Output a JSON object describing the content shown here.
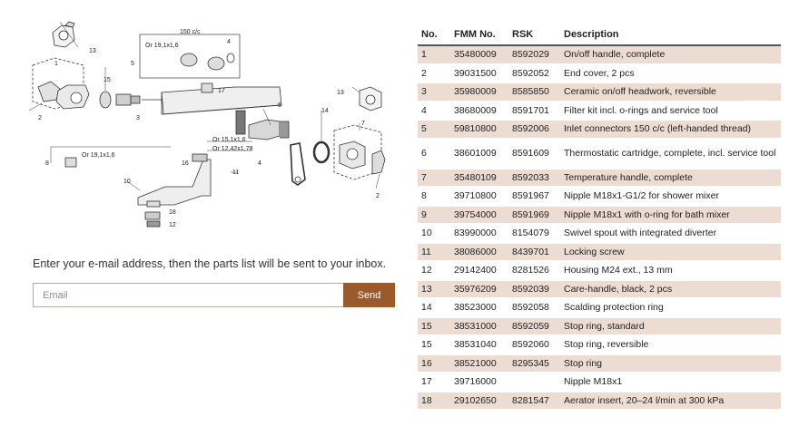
{
  "diagram": {
    "labels": {
      "l1": "1",
      "l2": "2",
      "l3": "3",
      "l4": "4",
      "l5": "5",
      "l6": "6",
      "l7": "7",
      "l8": "8",
      "l10": "10",
      "l11": "11",
      "l12": "12",
      "l13a": "13",
      "l13b": "13",
      "l14": "14",
      "l15": "15",
      "l16": "16",
      "l17": "17",
      "l18": "18",
      "l2b": "2",
      "l4b": "4",
      "cc": "150 c/c",
      "or19a": "Or 19,1x1,6",
      "or19b": "Or 19,1x1,6",
      "or15": "Or 15,1x1,6",
      "or12": "Or 12,42x1,78"
    }
  },
  "form": {
    "prompt": "Enter your e-mail address, then the parts list will be sent to your inbox.",
    "email_placeholder": "Email",
    "send_label": "Send"
  },
  "table": {
    "headers": {
      "no": "No.",
      "fmm": "FMM No.",
      "rsk": "RSK",
      "desc": "Description"
    },
    "rows": [
      {
        "no": "1",
        "fmm": "35480009",
        "rsk": "8592029",
        "desc": "On/off handle, complete"
      },
      {
        "no": "2",
        "fmm": "39031500",
        "rsk": "8592052",
        "desc": "End cover, 2 pcs"
      },
      {
        "no": "3",
        "fmm": "35980009",
        "rsk": "8585850",
        "desc": "Ceramic on/off headwork, reversible"
      },
      {
        "no": "4",
        "fmm": "38680009",
        "rsk": "8591701",
        "desc": "Filter kit incl. o-rings and service tool"
      },
      {
        "no": "5",
        "fmm": "59810800",
        "rsk": "8592006",
        "desc": "Inlet connectors 150 c/c (left-handed thread)"
      },
      {
        "no": "6",
        "fmm": "38601009",
        "rsk": "8591609",
        "desc": "Thermostatic cartridge, complete, incl. service tool"
      },
      {
        "no": "7",
        "fmm": "35480109",
        "rsk": "8592033",
        "desc": "Temperature handle, complete"
      },
      {
        "no": "8",
        "fmm": "39710800",
        "rsk": "8591967",
        "desc": "Nipple M18x1-G1/2 for shower mixer"
      },
      {
        "no": "9",
        "fmm": "39754000",
        "rsk": "8591969",
        "desc": "Nipple M18x1 with o-ring for bath mixer"
      },
      {
        "no": "10",
        "fmm": "83990000",
        "rsk": "8154079",
        "desc": "Swivel spout with integrated diverter"
      },
      {
        "no": "11",
        "fmm": "38086000",
        "rsk": "8439701",
        "desc": "Locking screw"
      },
      {
        "no": "12",
        "fmm": "29142400",
        "rsk": "8281526",
        "desc": "Housing M24 ext., 13 mm"
      },
      {
        "no": "13",
        "fmm": "35976209",
        "rsk": "8592039",
        "desc": "Care-handle, black, 2 pcs"
      },
      {
        "no": "14",
        "fmm": "38523000",
        "rsk": "8592058",
        "desc": "Scalding protection ring"
      },
      {
        "no": "15",
        "fmm": "38531000",
        "rsk": "8592059",
        "desc": "Stop ring, standard"
      },
      {
        "no": "15",
        "fmm": "38531040",
        "rsk": "8592060",
        "desc": "Stop ring, reversible"
      },
      {
        "no": "16",
        "fmm": "38521000",
        "rsk": "8295345",
        "desc": "Stop ring"
      },
      {
        "no": "17",
        "fmm": "39716000",
        "rsk": "",
        "desc": "Nipple M18x1"
      },
      {
        "no": "18",
        "fmm": "29102650",
        "rsk": "8281547",
        "desc": "Aerator insert, 20–24 l/min at 300 kPa"
      }
    ]
  }
}
